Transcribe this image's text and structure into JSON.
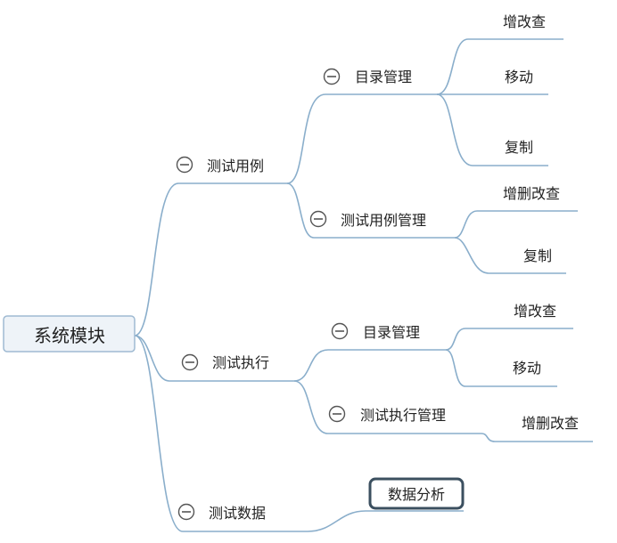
{
  "root": {
    "label": "系统模块"
  },
  "branches": [
    {
      "label": "测试用例",
      "children": [
        {
          "label": "目录管理",
          "children": [
            {
              "label": "增改查"
            },
            {
              "label": "移动"
            },
            {
              "label": "复制"
            }
          ]
        },
        {
          "label": "测试用例管理",
          "children": [
            {
              "label": "增删改查"
            },
            {
              "label": "复制"
            }
          ]
        }
      ]
    },
    {
      "label": "测试执行",
      "children": [
        {
          "label": "目录管理",
          "children": [
            {
              "label": "增改查"
            },
            {
              "label": "移动"
            }
          ]
        },
        {
          "label": "测试执行管理",
          "children": [
            {
              "label": "增删改查"
            }
          ]
        }
      ]
    },
    {
      "label": "测试数据",
      "children": [
        {
          "label": "数据分析"
        }
      ]
    }
  ],
  "colors": {
    "line": "#8aaecb",
    "root_fill": "#eef3f8",
    "root_border": "#9fbad2",
    "selected_border": "#3b4f5f"
  }
}
